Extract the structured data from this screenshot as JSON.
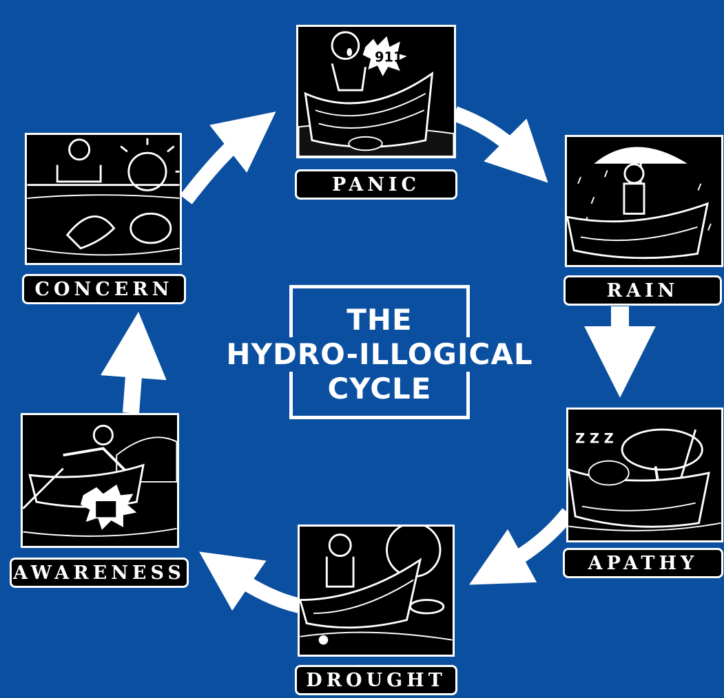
{
  "diagram": {
    "title_lines": [
      "THE",
      "HYDRO-ILLOGICAL",
      "CYCLE"
    ],
    "stages": [
      {
        "id": "panic",
        "label": "PANIC",
        "panel_text": "911"
      },
      {
        "id": "rain",
        "label": "RAIN"
      },
      {
        "id": "apathy",
        "label": "APATHY",
        "panel_text": "Z Z Z"
      },
      {
        "id": "drought",
        "label": "DROUGHT"
      },
      {
        "id": "awareness",
        "label": "AWARENESS"
      },
      {
        "id": "concern",
        "label": "CONCERN"
      }
    ]
  },
  "colors": {
    "background": "#0a4fa0",
    "panel": "#000000",
    "ink": "#ffffff"
  }
}
